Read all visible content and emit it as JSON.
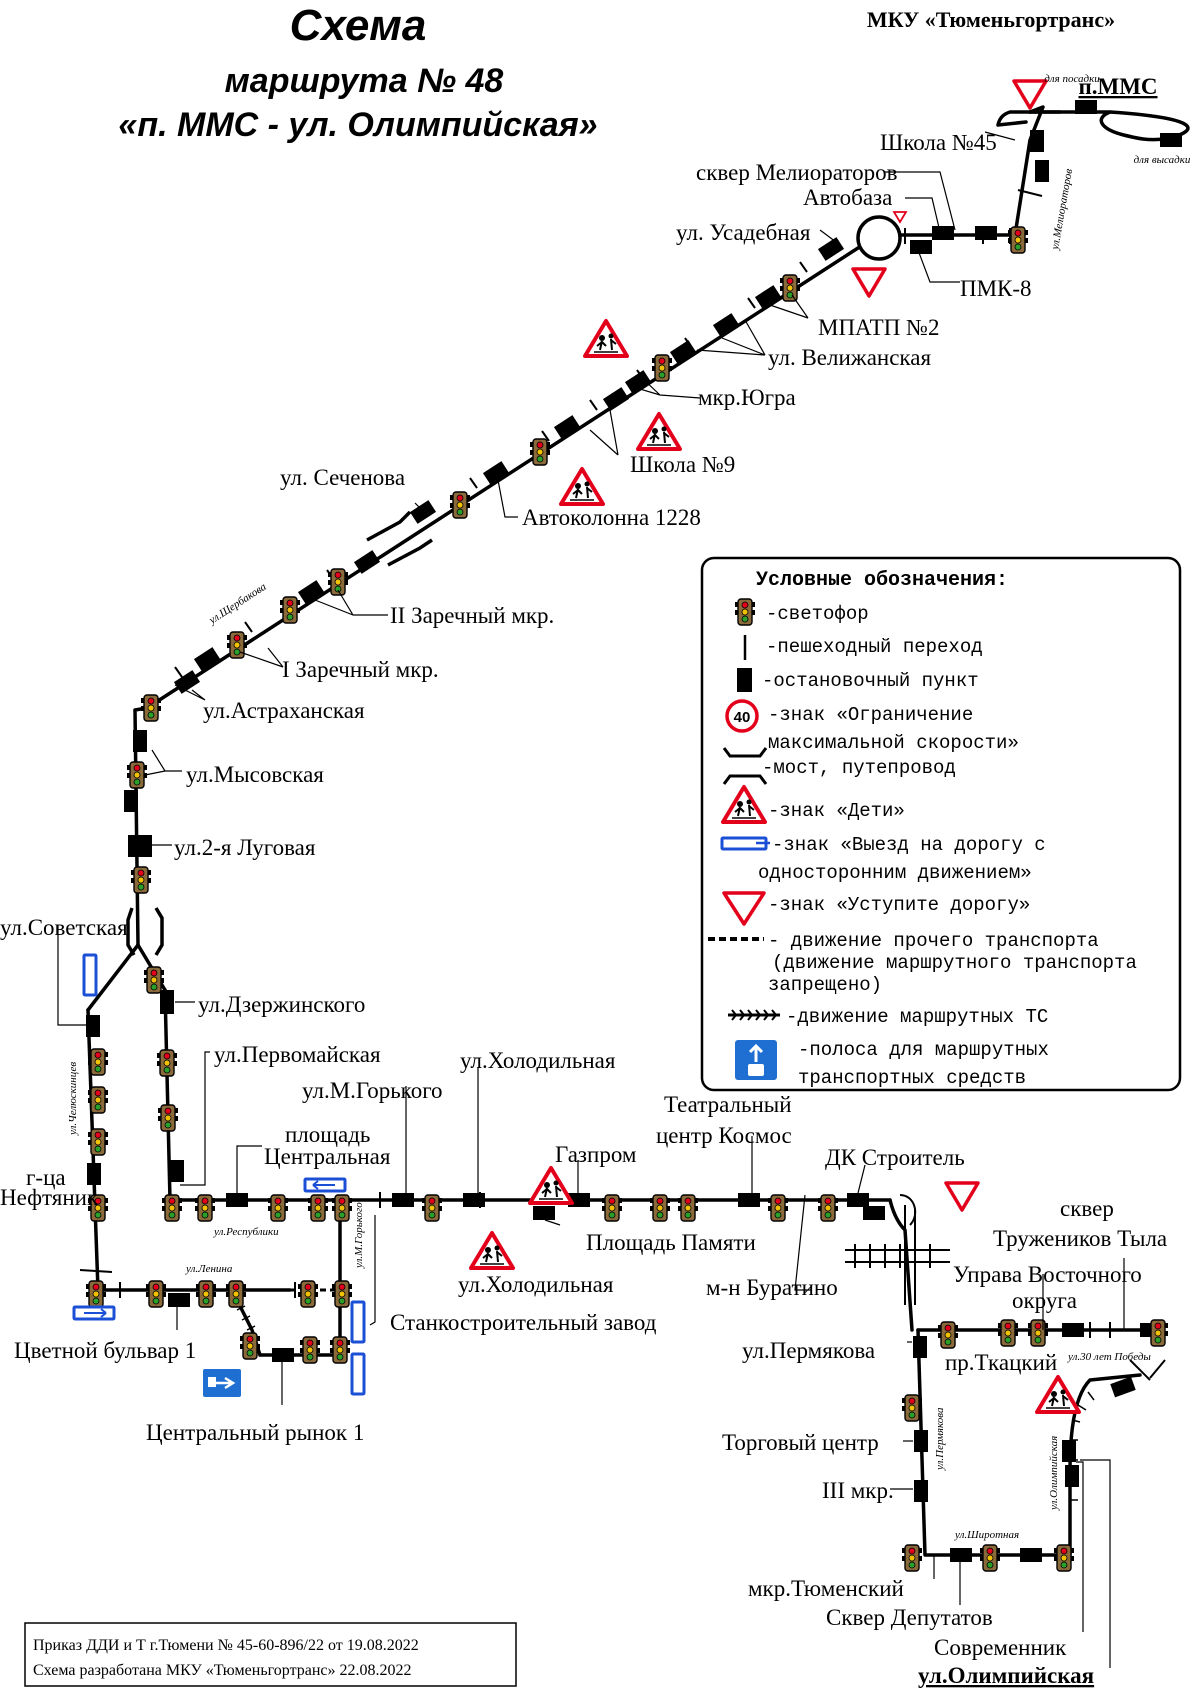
{
  "header": {
    "title": "Схема",
    "subtitle_route": "маршрута № 48",
    "subtitle_name": "«п. ММС - ул. Олимпийская»",
    "org": "МКУ «Тюменьгортранс»"
  },
  "terminal": {
    "name": "п.ММС",
    "boarding": "для посадки",
    "alighting": "для высадки"
  },
  "stops": {
    "school45": "Школа №45",
    "skver_meliorators": "сквер Мелиораторов",
    "avtobaza": "Автобаза",
    "usadebnaya": "ул. Усадебная",
    "pmk8": "ПМК-8",
    "mpatp2": "МПАТП №2",
    "velizhanskaya": "ул. Велижанская",
    "ugra": "мкр.Югра",
    "school9": "Школа №9",
    "avtokolonna": "Автоколонна 1228",
    "sechenova": "ул. Сеченова",
    "zarechny2": "II Заречный мкр.",
    "zarechny1": "I Заречный мкр.",
    "astrakhanskaya": "ул.Астраханская",
    "mysovskaya": "ул.Мысовская",
    "lugovaya2": "ул.2-я Луговая",
    "sovetskaya": "ул.Советская",
    "dzerzhinskogo": "ул.Дзержинского",
    "pervomayskaya": "ул.Первомайская",
    "ploshchad": "площадь",
    "tsentralnaya": "Центральная",
    "m_gorkogo": "ул.М.Горького",
    "kholodilnaya_top": "ул.Холодильная",
    "gazprom": "Газпром",
    "teatralny": "Театральный",
    "kosmos": "центр Космос",
    "dk": "ДК Строитель",
    "ploshchad_pamyati": "Площадь Памяти",
    "kholodilnaya_bottom": "ул.Холодильная",
    "buratino": "м-н Буратино",
    "stankostroitelny": "Станкостроительный завод",
    "gtsa": "г-ца",
    "neftyanik": "Нефтяник",
    "tsvetnoy": "Цветной бульвар 1",
    "rynok": "Центральный рынок 1",
    "skver": "сквер",
    "truzhenikov": "Тружеников Тыла",
    "uprava": "Управа Восточного",
    "okruga": "округа",
    "tkatsky": "пр.Ткацкий",
    "permyakova": "ул.Пермякова",
    "torgovy": "Торговый центр",
    "mkr3": "III мкр.",
    "tyumensky": "мкр.Тюменский",
    "skver_deputatov": "Сквер Депутатов",
    "sovremennik": "Современник",
    "olimpiyskaya": "ул.Олимпийская"
  },
  "streets": {
    "meliorators": "ул.Мелиораторов",
    "shcherbakova": "ул.Щербакова",
    "chelyuskintsev": "ул.Челюскинцев",
    "respubliki": "ул.Республики",
    "lenina": "ул.Ленина",
    "m_gorkogo_v": "ул.М.Горького",
    "permyakova_v": "ул.Пермякова",
    "shirotnaya": "ул.Широтная",
    "olimpiyskaya_v": "ул.Олимпийская",
    "let30": "ул.30 лет Победы"
  },
  "legend": {
    "heading": "Условные обозначения:",
    "traffic_light": "-светофор",
    "crossing": "-пешеходный переход",
    "stop": "-остановочный пункт",
    "speed_value": "40",
    "speed_1": "-знак «Ограничение",
    "speed_2": "максимальной скорости»",
    "bridge": "-мост, путепровод",
    "children": "-знак «Дети»",
    "oneway_1": "-знак «Выезд на дорогу с",
    "oneway_2": "односторонним движением»",
    "yield": "-знак «Уступите дорогу»",
    "other_1": "- движение прочего транспорта",
    "other_2": "(движение маршрутного транспорта",
    "other_3": "запрещено)",
    "route": "-движение маршрутных ТС",
    "lane_1": "-полоса для маршрутных",
    "lane_2": "транспортных средств"
  },
  "footer": {
    "order": "Приказ ДДИ и Т г.Тюмени № 45-60-896/22 от 19.08.2022",
    "developed": "Схема разработана МКУ «Тюменьгортранс» 22.08.2022"
  },
  "colors": {
    "route_line": "#000000",
    "sign_red": "#e3001b",
    "sign_blue": "#1a4fd6",
    "lane_blue": "#1f6fd2",
    "light_body": "#8a6a3a"
  },
  "icons": {
    "traffic_light": "traffic-light-icon",
    "stop": "bus-stop-icon",
    "children_sign": "children-sign-icon",
    "yield_sign": "yield-sign-icon",
    "oneway_sign": "one-way-sign-icon",
    "bus_lane": "bus-lane-icon",
    "speed_sign": "speed-limit-icon"
  }
}
